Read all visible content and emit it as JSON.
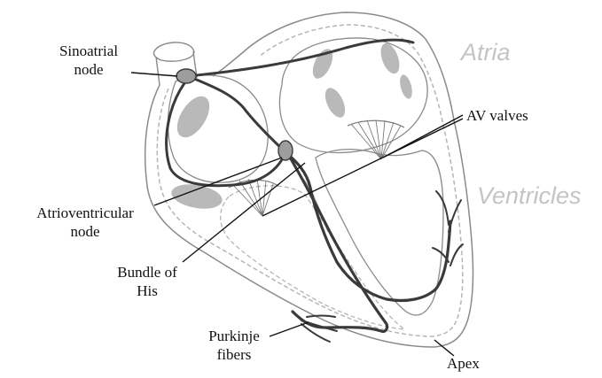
{
  "labels": {
    "sa_line1": "Sinoatrial",
    "sa_line2": "node",
    "av_valves": "AV valves",
    "avn_line1": "Atrioventricular",
    "avn_line2": "node",
    "his_line1": "Bundle of",
    "his_line2": "His",
    "purk_line1": "Purkinje",
    "purk_line2": "fibers",
    "apex": "Apex"
  },
  "regions": {
    "atria": "Atria",
    "ventricles": "Ventricles"
  },
  "colors": {
    "outline": "#8a8a8a",
    "outline_light": "#b5b5b5",
    "conduction": "#3a3a3a",
    "node_fill": "#9d9d9d",
    "blob_fill": "#b9b9b9",
    "leader": "#111111",
    "region_text": "#c4c4c4"
  }
}
